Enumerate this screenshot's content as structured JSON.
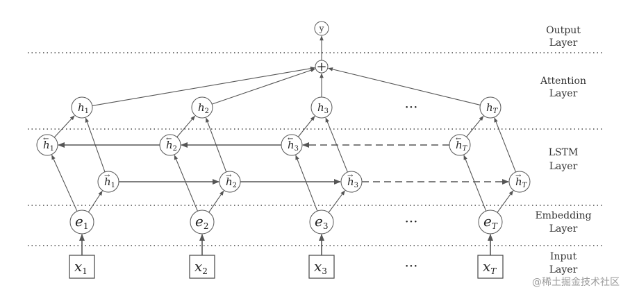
{
  "layers": [
    {
      "id": "output",
      "line1": "Output",
      "line2": "Layer"
    },
    {
      "id": "attention",
      "line1": "Attention",
      "line2": "Layer"
    },
    {
      "id": "lstm",
      "line1": "LSTM",
      "line2": "Layer"
    },
    {
      "id": "embedding",
      "line1": "Embedding",
      "line2": "Layer"
    },
    {
      "id": "input",
      "line1": "Input",
      "line2": "Layer"
    }
  ],
  "output_node": {
    "label": "y"
  },
  "combiner": {
    "symbol": "+"
  },
  "columns": [
    {
      "id": "1",
      "x_base": "x",
      "h_base": "h",
      "e_base": "e",
      "sub": "1"
    },
    {
      "id": "2",
      "x_base": "x",
      "h_base": "h",
      "e_base": "e",
      "sub": "2"
    },
    {
      "id": "3",
      "x_base": "x",
      "h_base": "h",
      "e_base": "e",
      "sub": "3"
    },
    {
      "id": "T",
      "x_base": "x",
      "h_base": "h",
      "e_base": "e",
      "sub": "T"
    }
  ],
  "ellipsis": "···",
  "arrows": {
    "forward": "→",
    "backward": "←"
  },
  "watermark": "@稀土掘金技术社区"
}
